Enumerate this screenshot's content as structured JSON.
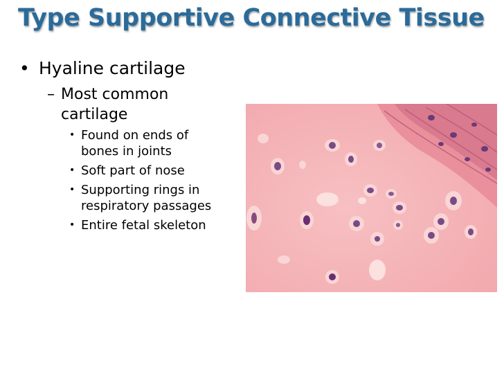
{
  "slide": {
    "title": "Type Supportive Connective Tissue",
    "title_color": "#2a6b9a",
    "bullet": {
      "marker": "•",
      "text": "Hyaline cartilage",
      "sub": {
        "marker": "–",
        "text": "Most common cartilage",
        "items": [
          {
            "marker": "•",
            "text": "Found on ends of bones in joints"
          },
          {
            "marker": "•",
            "text": "Soft part of nose"
          },
          {
            "marker": "•",
            "text": "Supporting rings in respiratory passages"
          },
          {
            "marker": "•",
            "text": "Entire fetal skeleton"
          }
        ]
      }
    }
  },
  "image": {
    "icon": "micrograph-hyaline-cartilage",
    "background_color": "#f4b2b6"
  }
}
